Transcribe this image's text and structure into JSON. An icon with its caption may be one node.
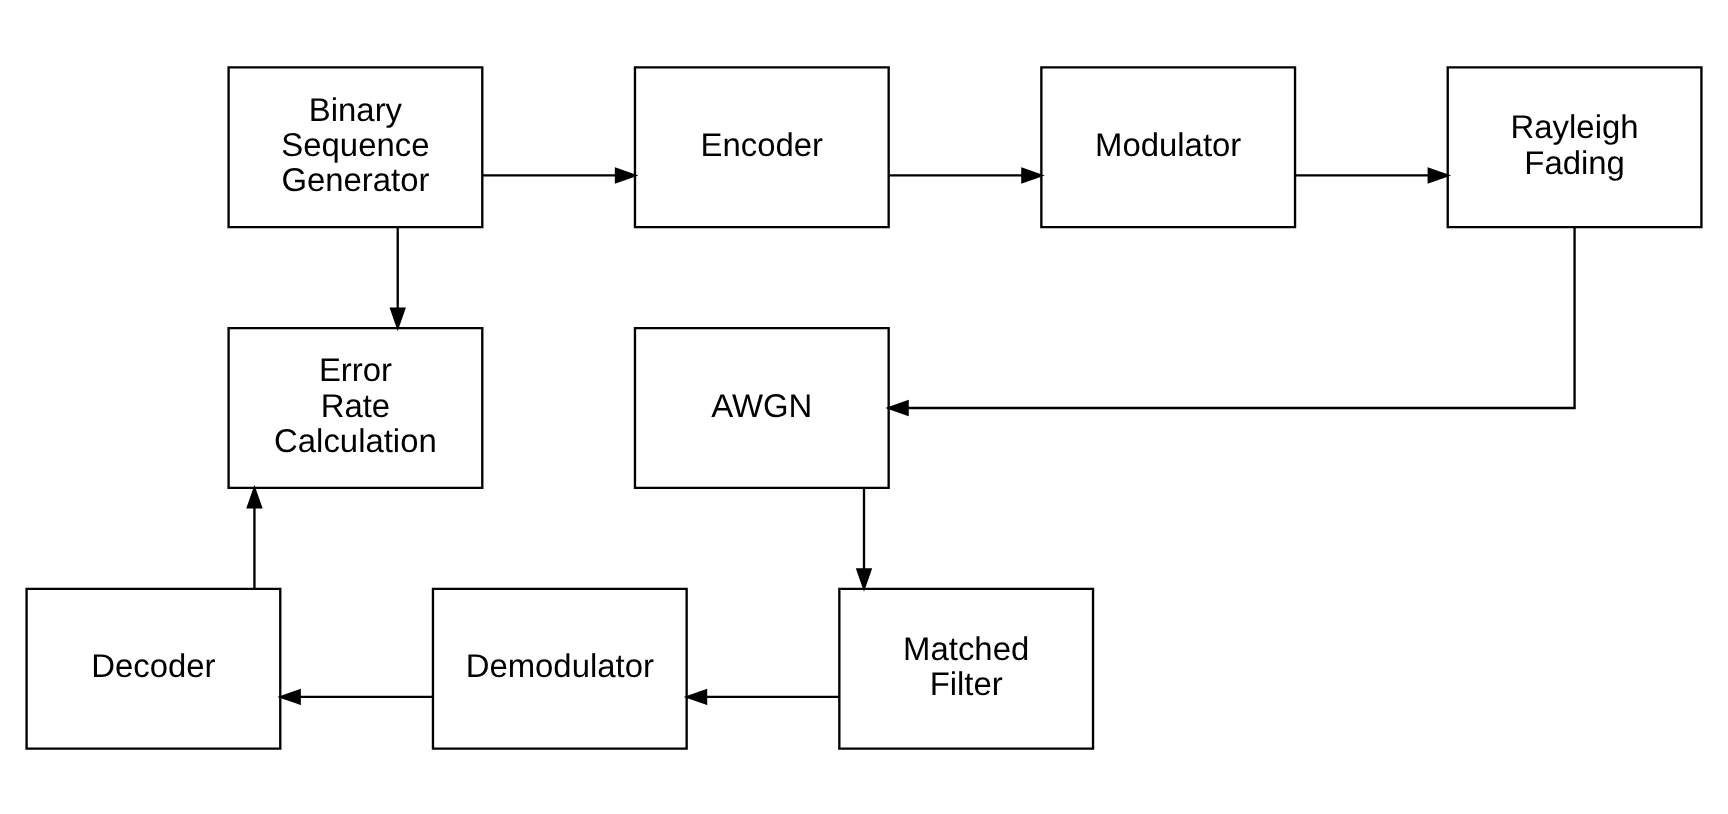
{
  "diagram": {
    "nodes": [
      {
        "text": [
          "Binary Sequence Generator"
        ]
      },
      {
        "text": [
          "Encoder"
        ]
      },
      {
        "text": [
          "Modulator"
        ]
      },
      {
        "text": [
          "Rayleigh Fading"
        ]
      },
      {
        "text": [
          "Error Rate Calculation"
        ]
      },
      {
        "text": [
          "AWGN"
        ]
      },
      {
        "text": [
          "Decoder"
        ]
      },
      {
        "text": [
          "Demodulator"
        ]
      },
      {
        "text": [
          "Matched Filter"
        ]
      }
    ],
    "edges": [
      {
        "from": 0,
        "to": 1,
        "arrow": "to"
      },
      {
        "from": 1,
        "to": 2,
        "arrow": "to"
      },
      {
        "from": 2,
        "to": 3,
        "arrow": "to"
      },
      {
        "from": 0,
        "to": 4,
        "arrow": "to"
      },
      {
        "from": 3,
        "to": 5,
        "arrow": "to"
      },
      {
        "from": 5,
        "to": 8,
        "arrow": "to"
      },
      {
        "from": 8,
        "to": 7,
        "arrow": "to"
      },
      {
        "from": 7,
        "to": 6,
        "arrow": "to"
      },
      {
        "from": 6,
        "to": 4,
        "arrow": "to"
      }
    ]
  }
}
